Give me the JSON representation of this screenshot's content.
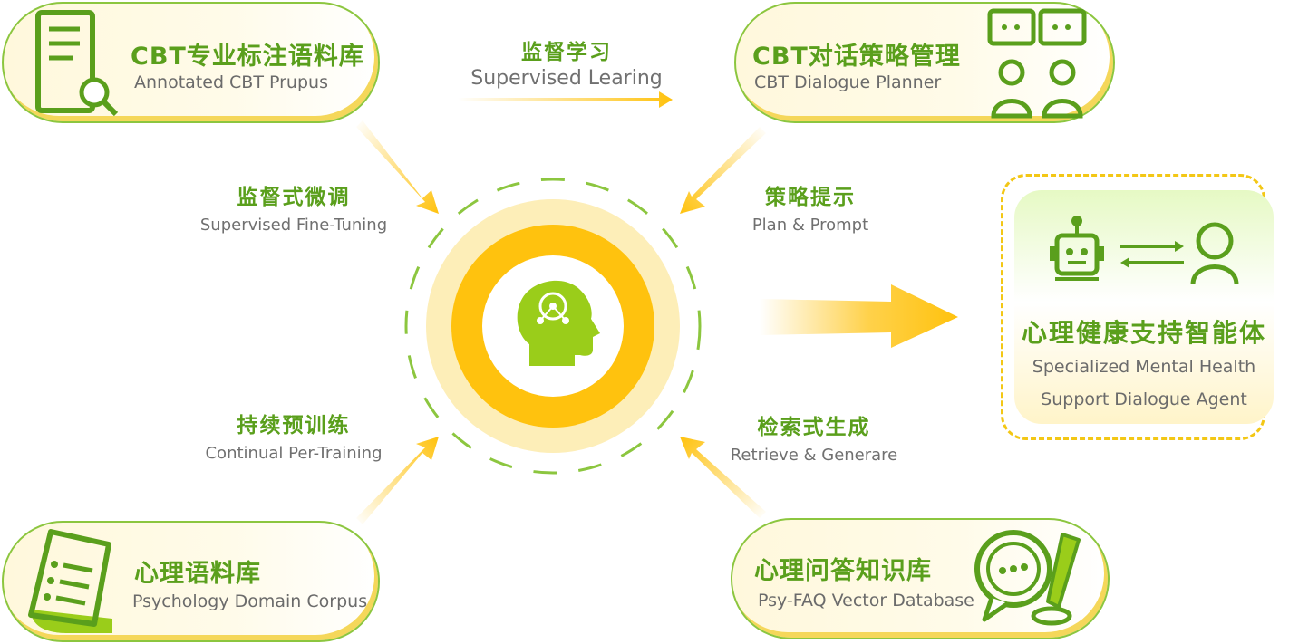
{
  "sources": {
    "cbt_corpus": {
      "zh": "CBT专业标注语料库",
      "en": "Annotated CBT Prupus"
    },
    "dialogue_planner": {
      "zh": "CBT对话策略管理",
      "en": "CBT Dialogue Planner"
    },
    "psychology_corpus": {
      "zh": "心理语料库",
      "en": "Psychology Domain Corpus"
    },
    "faq_database": {
      "zh": "心理问答知识库",
      "en": "Psy-FAQ Vector Database"
    }
  },
  "flows": {
    "supervised_learning": {
      "zh": "监督学习",
      "en": "Supervised Learing"
    },
    "fine_tuning": {
      "zh": "监督式微调",
      "en": "Supervised Fine-Tuning"
    },
    "plan_prompt": {
      "zh": "策略提示",
      "en": "Plan & Prompt"
    },
    "pretraining": {
      "zh": "持续预训练",
      "en": "Continual Per-Training"
    },
    "retrieve_generate": {
      "zh": "检索式生成",
      "en": "Retrieve & Generare"
    }
  },
  "agent": {
    "zh": "心理健康支持智能体",
    "en_line1": "Specialized Mental Health",
    "en_line2": "Support Dialogue Agent"
  },
  "colors": {
    "green": "#8cc63f",
    "dark_green": "#5a9f1c",
    "yellow": "#ffc20e",
    "pale_yellow": "#fdeeb8"
  },
  "icons": [
    "document-search-icon",
    "chat-users-icon",
    "scroll-list-icon",
    "chat-pencil-icon",
    "brain-head-icon",
    "robot-icon",
    "exchange-arrows-icon",
    "user-icon"
  ]
}
